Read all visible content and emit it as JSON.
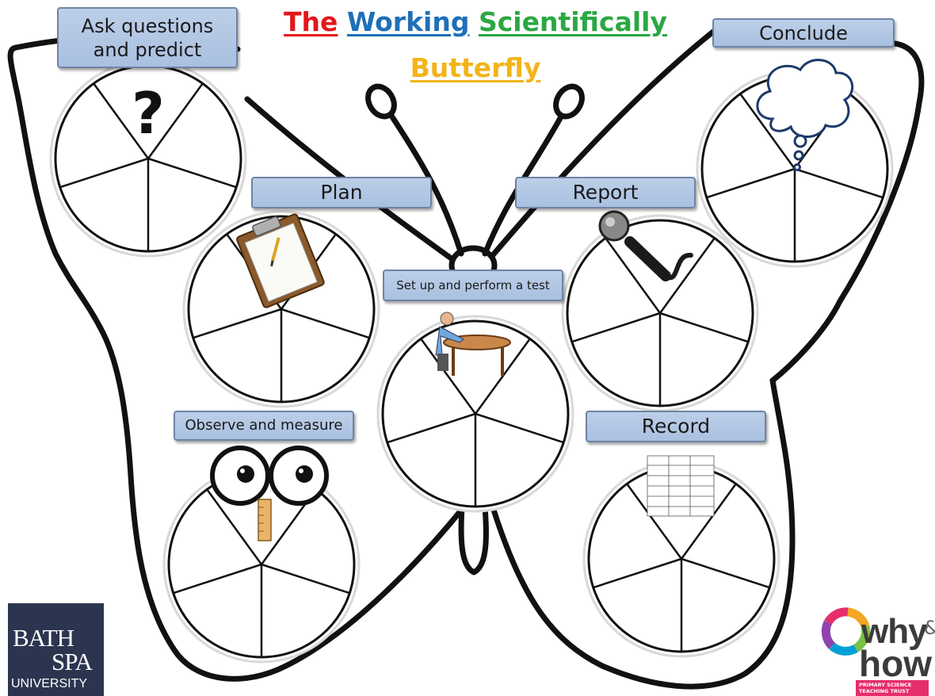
{
  "title": {
    "words": [
      {
        "text": "The",
        "color": "#e3161b"
      },
      {
        "text": "Working",
        "color": "#1f6fb8"
      },
      {
        "text": "Scientifically",
        "color": "#2aa843"
      }
    ],
    "line2": {
      "text": "Butterfly",
      "color": "#f2b418"
    }
  },
  "labels": {
    "ask": "Ask questions and predict",
    "conclude": "Conclude",
    "plan": "Plan",
    "report": "Report",
    "test": "Set up and perform a test",
    "observe": "Observe and measure",
    "record": "Record"
  },
  "icons": {
    "ask": "question-mark-icon",
    "conclude": "thought-bubble-icon",
    "plan": "clipboard-pencil-icon",
    "report": "microphone-icon",
    "test": "person-at-table-icon",
    "observe": "eyes-and-ruler-icon",
    "record": "results-table-icon"
  },
  "ask_glyph": "?",
  "logos": {
    "bath": {
      "line1": "BATH",
      "line2": "SPA",
      "line3": "UNIVERSITY",
      "bg": "#2b3550"
    },
    "why": {
      "line1": "why",
      "amp": "&",
      "line2": "how",
      "badge": "PRIMARY SCIENCE TEACHING TRUST",
      "badge_color": "#e62e6b"
    }
  },
  "colors": {
    "label_fill": "#b3c7e4",
    "label_border": "#6e84a6",
    "outline": "#111111"
  }
}
